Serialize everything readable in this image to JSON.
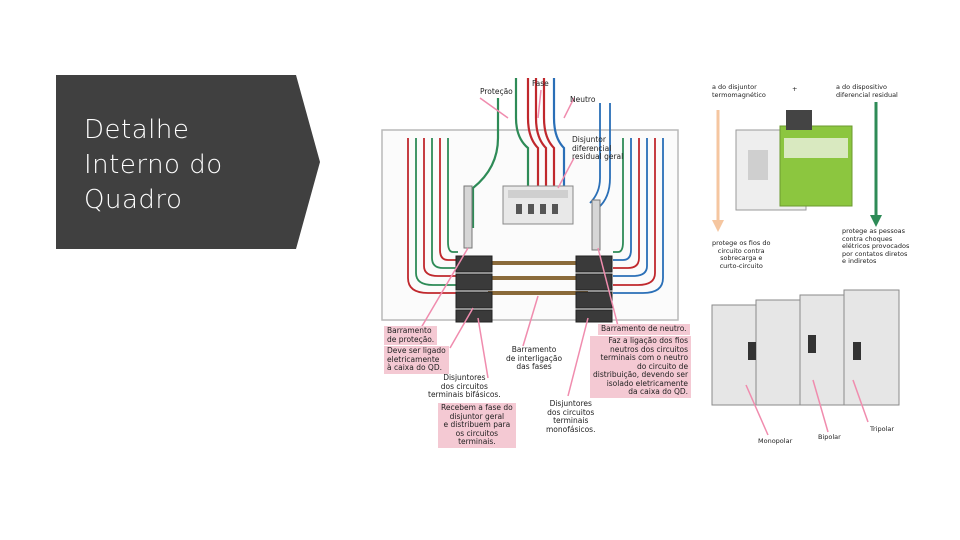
{
  "slide": {
    "title_lines": [
      "Detalhe",
      "Interno do",
      "Quadro"
    ]
  },
  "diagram": {
    "labels": {
      "protecao": "Proteção",
      "fase": "Fase",
      "neutro": "Neutro",
      "disjuntor_dr": [
        "Disjuntor",
        "diferencial",
        "residual geral"
      ],
      "barramento_protecao": [
        "Barramento",
        "de proteção."
      ],
      "barramento_protecao_note": [
        "Deve ser ligado",
        "eletricamente",
        "à caixa do QD."
      ],
      "barramento_interligacao": [
        "Barramento",
        "de interligação",
        "das fases"
      ],
      "barramento_neutro": "Barramento de neutro.",
      "barramento_neutro_note": [
        "Faz a ligação dos fios",
        "neutros dos circuitos",
        "terminais com o neutro",
        "do circuito de",
        "distribuição, devendo ser",
        "isolado eletricamente",
        "da caixa do QD."
      ],
      "disjuntores_bifasicos": [
        "Disjuntores",
        "dos circuitos",
        "terminais bifásicos."
      ],
      "disjuntores_bifasicos_note": [
        "Recebem a fase do",
        "disjuntor geral",
        "e distribuem para",
        "os circuitos",
        "terminais."
      ],
      "disjuntores_monofasicos": [
        "Disjuntores",
        "dos circuitos",
        "terminais",
        "monofásicos."
      ]
    }
  },
  "photos": {
    "labels": {
      "top_left": [
        "a do disjuntor",
        "termomagnético"
      ],
      "plus": "+",
      "top_right": [
        "a do dispositivo",
        "diferencial residual"
      ],
      "left_note": [
        "protege os fios do",
        "circuito contra",
        "sobrecarga e",
        "curto-circuito"
      ],
      "right_note": [
        "protege as pessoas",
        "contra choques",
        "elétricos provocados",
        "por contatos diretos",
        "e indiretos"
      ],
      "monopolar": "Monopolar",
      "bipolar": "Bipolar",
      "tripolar": "Tripolar"
    }
  },
  "colors": {
    "banner": "#404040",
    "phase_red": "#c0282d",
    "neutral_blue": "#2a6fb7",
    "ground_green": "#2e8b57",
    "callout_pink": "#f08cae",
    "label_bg": "#f4c9d3"
  }
}
